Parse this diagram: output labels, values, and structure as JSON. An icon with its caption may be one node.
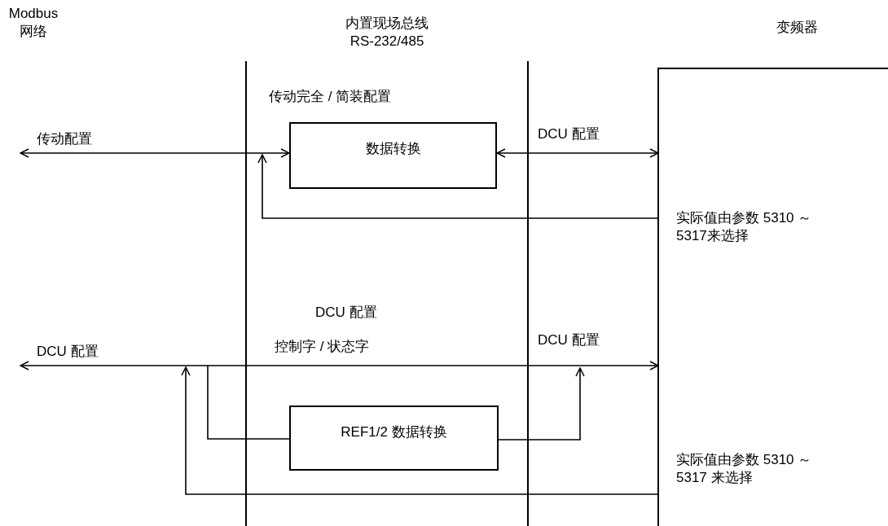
{
  "diagram": {
    "nodes": [
      {
        "text": [
          "内置现场总线 RS-232/485",
          "传动完全 / 简装配置"
        ]
      },
      {
        "text": [
          "变频器",
          "实际值由参数 5310 ～ 5317来选择",
          "实际值由参数 5310 ～ 5317 来选择"
        ]
      },
      {
        "text": [
          "数据转换"
        ],
        "in": 0
      },
      {
        "text": [
          "REF1/2 数据转换"
        ],
        "in": 0
      }
    ],
    "edges": [
      {
        "from": null,
        "to": 2,
        "arrow": "both",
        "label": "传动配置"
      },
      {
        "from": 2,
        "to": 1,
        "arrow": "both",
        "label": "DCU 配置"
      },
      {
        "from": 1,
        "to": 0,
        "arrow": "to"
      },
      {
        "from": null,
        "to": 1,
        "arrow": "both",
        "label": "DCU 配置"
      },
      {
        "from": null,
        "to": 3,
        "arrow": "none"
      },
      {
        "from": 3,
        "to": null,
        "arrow": "to"
      },
      {
        "from": 1,
        "to": null,
        "arrow": "to"
      }
    ],
    "labels": [
      "Modbus 网络",
      "DCU 配置",
      "控制字 / 状态字",
      "DCU 配置"
    ]
  }
}
